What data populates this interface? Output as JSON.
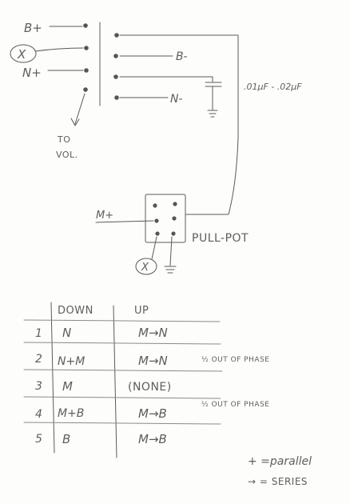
{
  "wiring": {
    "left_labels": {
      "bplus": "B+",
      "x": "X",
      "nplus": "N+"
    },
    "right_labels": {
      "bminus": "B-",
      "nminus": "N-"
    },
    "to_vol": [
      "TO",
      "VOL."
    ],
    "capacitor": ".01µF - .02µF",
    "mplus": "M+",
    "pullpot": "PULL-POT",
    "bottom_x": "X"
  },
  "table": {
    "headers": {
      "down": "DOWN",
      "up": "UP"
    },
    "rows": [
      {
        "num": "1",
        "down": "N",
        "up": "M→N",
        "note": ""
      },
      {
        "num": "2",
        "down": "N+M",
        "up": "M→N",
        "note": "½ OUT OF PHASE"
      },
      {
        "num": "3",
        "down": "M",
        "up": "(NONE)",
        "note": ""
      },
      {
        "num": "4",
        "down": "M+B",
        "up": "M→B",
        "note": "½ OUT OF PHASE"
      },
      {
        "num": "5",
        "down": "B",
        "up": "M→B",
        "note": ""
      }
    ]
  },
  "legend": {
    "parallel": "+ =parallel",
    "series": "→ = SERIES"
  }
}
